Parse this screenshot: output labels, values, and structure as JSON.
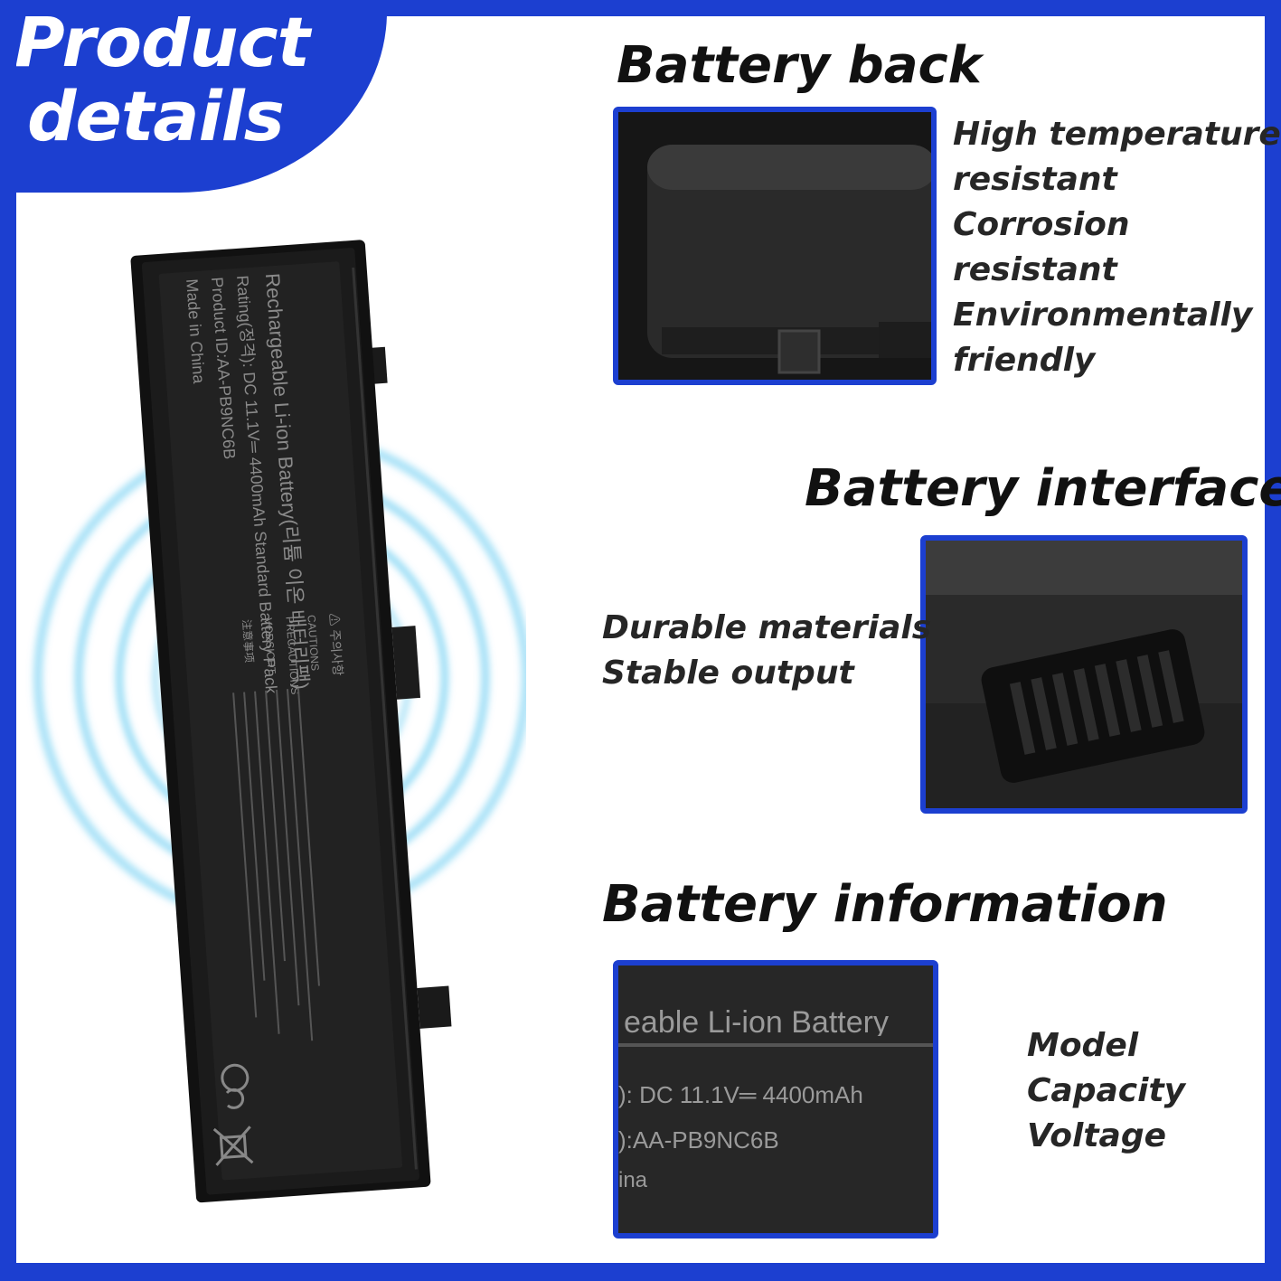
{
  "badge": {
    "line1": "Product",
    "line2": "details"
  },
  "sections": {
    "back": {
      "heading": "Battery back",
      "features": [
        "High temperature",
        "resistant",
        "Corrosion",
        "resistant",
        "Environmentally",
        "friendly"
      ]
    },
    "interface": {
      "heading": "Battery interface",
      "features": [
        "Durable materials",
        "Stable output"
      ]
    },
    "information": {
      "heading": "Battery information",
      "features": [
        "Model",
        "Capacity",
        "Voltage"
      ],
      "closeup_lines": [
        "eable Li-ion Battery",
        "): DC 11.1V═ 4400mAh",
        "):AA-PB9NC6B",
        "ina"
      ]
    }
  },
  "battery_label": {
    "title": "Rechargeable Li-ion Battery(리튬 이온 배터리팩)",
    "rating": "Rating(정격): DC 11.1V═ 4400mAh Standard Battery Pack",
    "product_id": "Product ID:AA-PB9NC6B",
    "origin": "Made in China",
    "caution_head": "⚠ 주의사항",
    "caution_labels": [
      "CAUTIONS",
      "PRECAUTIONS",
      "VORSICHT",
      "注意事项"
    ]
  },
  "colors": {
    "brand_blue": "#1c3fd0",
    "glow": "#5ec8f0"
  }
}
